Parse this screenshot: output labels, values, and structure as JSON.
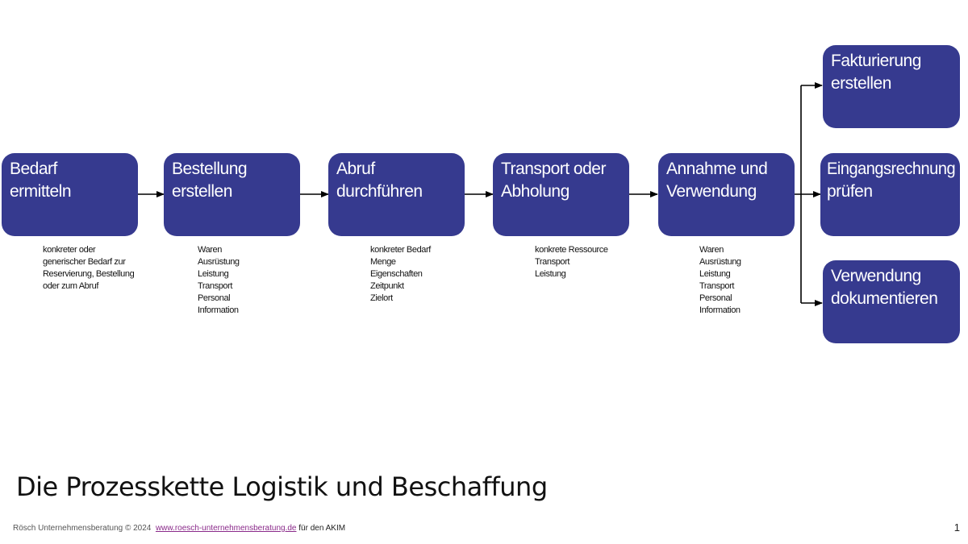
{
  "colors": {
    "box_fill": "#363a8f",
    "box_text": "#ffffff",
    "connector": "#000000",
    "link": "#8a2a8a"
  },
  "steps": [
    {
      "lines": [
        "Bedarf",
        "ermitteln"
      ],
      "notes": [
        "konkreter oder",
        "generischer Bedarf zur",
        "Reservierung, Bestellung",
        "oder zum Abruf"
      ]
    },
    {
      "lines": [
        "Bestellung",
        "erstellen"
      ],
      "notes": [
        "Waren",
        "Ausrüstung",
        "Leistung",
        "Transport",
        "Personal",
        "Information"
      ]
    },
    {
      "lines": [
        "Abruf",
        "durchführen"
      ],
      "notes": [
        "konkreter Bedarf",
        "Menge",
        "Eigenschaften",
        "Zeitpunkt",
        "Zielort"
      ]
    },
    {
      "lines": [
        "Transport oder",
        "Abholung"
      ],
      "notes": [
        "konkrete Ressource",
        "Transport",
        "Leistung"
      ]
    },
    {
      "lines": [
        "Annahme und",
        "Verwendung"
      ],
      "notes": [
        "Waren",
        "Ausrüstung",
        "Leistung",
        "Transport",
        "Personal",
        "Information"
      ]
    }
  ],
  "branches": [
    {
      "lines": [
        "Fakturierung",
        "erstellen"
      ]
    },
    {
      "lines": [
        "Eingangsrechnung",
        "prüfen"
      ]
    },
    {
      "lines": [
        "Verwendung",
        "dokumentieren"
      ]
    }
  ],
  "title": "Die Prozesskette Logistik und Beschaffung",
  "footer": {
    "copyright": "Rösch Unternehmensberatung © 2024",
    "link_text": "www.roesch-unternehmensberatung.de",
    "suffix": "für den AKIM"
  },
  "page_number": "1"
}
